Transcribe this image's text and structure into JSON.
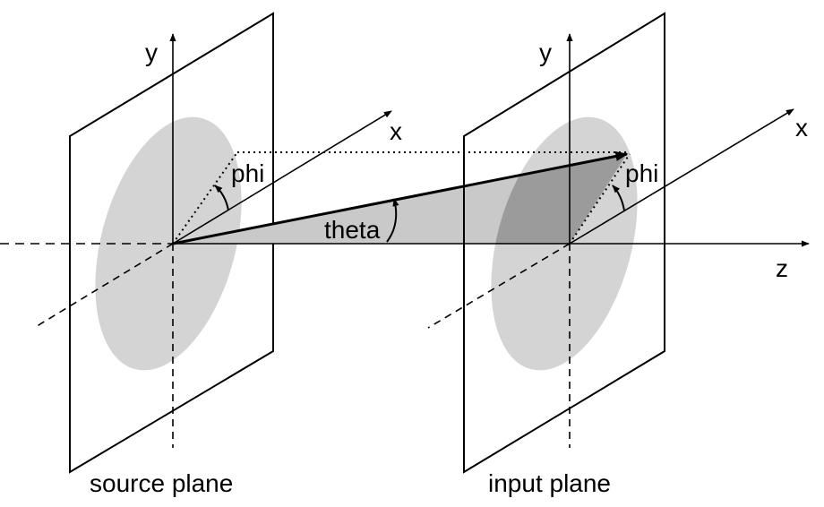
{
  "labels": {
    "source_y": "y",
    "source_x": "x",
    "source_phi": "phi",
    "theta": "theta",
    "input_y": "y",
    "input_x": "x",
    "input_phi": "phi",
    "z": "z"
  },
  "captions": {
    "source": "source plane",
    "input": "input plane"
  },
  "colors": {
    "ellipse": "#d4d4d4",
    "triangle": "#c9c9c9",
    "overlap": "#9b9b9b",
    "stroke": "#000000"
  }
}
